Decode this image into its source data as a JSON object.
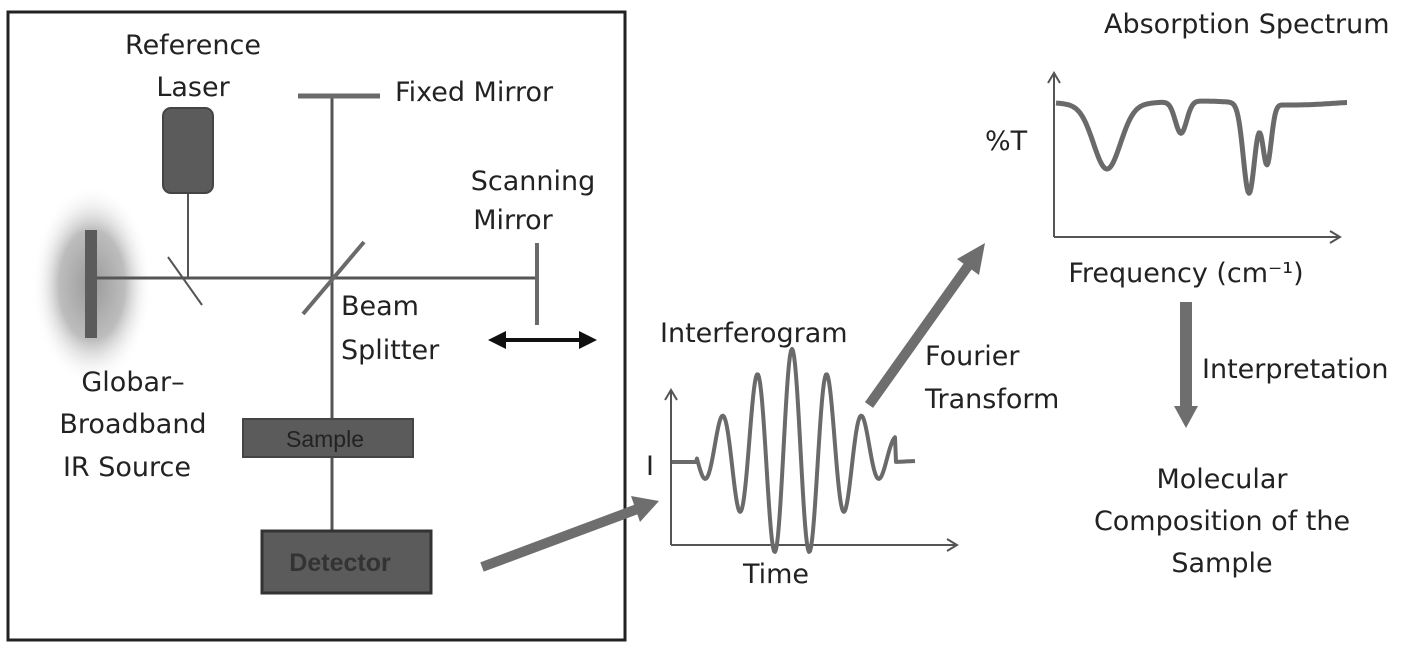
{
  "labels": {
    "reference_laser_l1": "Reference",
    "reference_laser_l2": "Laser",
    "fixed_mirror": "Fixed Mirror",
    "scanning_mirror_l1": "Scanning",
    "scanning_mirror_l2": "Mirror",
    "beam_splitter_l1": "Beam",
    "beam_splitter_l2": "Splitter",
    "source_l1": "Globar–",
    "source_l2": "Broadband",
    "source_l3": "IR Source",
    "sample": "Sample",
    "detector": "Detector",
    "interferogram": "Interferogram",
    "interferogram_y": "I",
    "interferogram_x": "Time",
    "fourier_l1": "Fourier",
    "fourier_l2": "Transform",
    "spectrum_title": "Absorption Spectrum",
    "spectrum_y": "%T",
    "spectrum_x": "Frequency (cm⁻¹)",
    "interpretation": "Interpretation",
    "result_l1": "Molecular",
    "result_l2": "Composition of the",
    "result_l3": "Sample"
  },
  "colors": {
    "component_fill": "#5b5b5b",
    "line": "#555555",
    "arrow": "#6e6e6e",
    "curve": "#6a6a6a",
    "text": "#222222"
  }
}
